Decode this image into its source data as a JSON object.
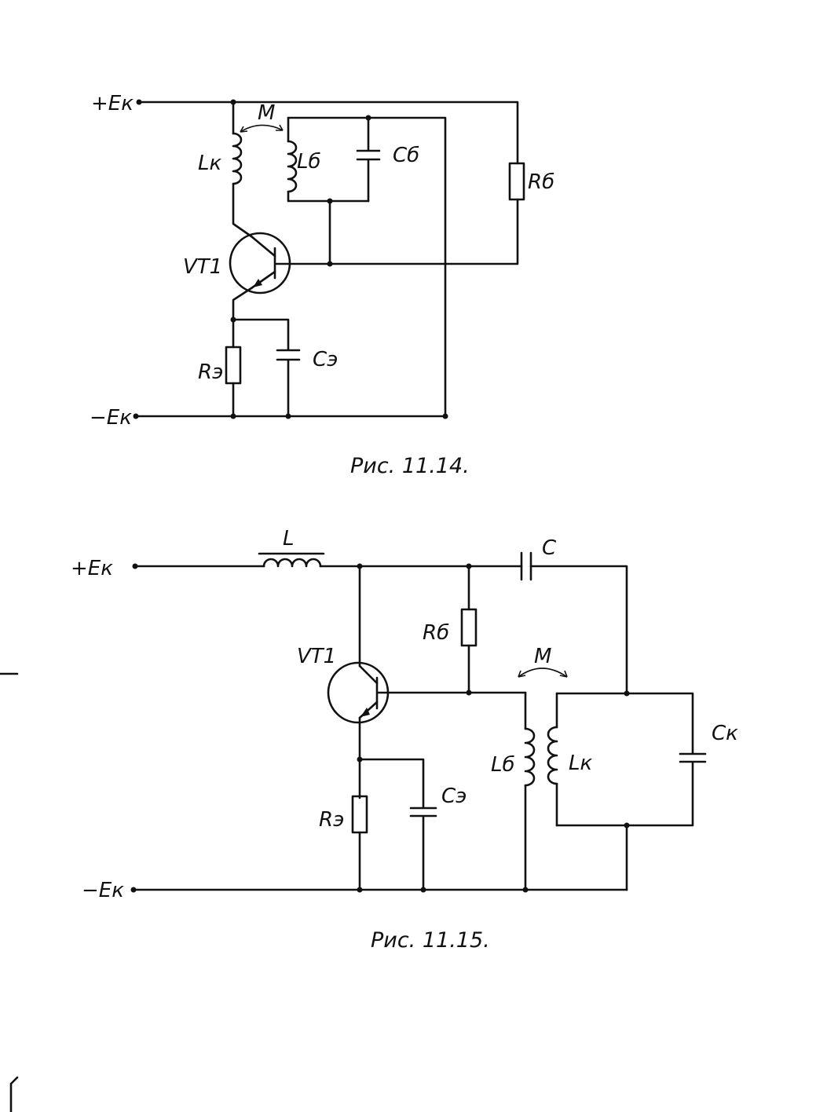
{
  "fig1": {
    "caption": "Рис. 11.14.",
    "labels": {
      "vplus": "+Eк",
      "vminus": "−Eк",
      "mutual": "M",
      "lk": "Lк",
      "lb": "Lб",
      "cb": "Cб",
      "rb": "Rб",
      "vt": "VT1",
      "re": "Rэ",
      "ce": "Cэ"
    }
  },
  "fig2": {
    "caption": "Рис. 11.15.",
    "labels": {
      "vplus": "+Eк",
      "vminus": "−Eк",
      "l": "L",
      "c": "C",
      "rb": "Rб",
      "mutual": "M",
      "vt": "VT1",
      "lb": "Lб",
      "lk": "Lк",
      "ck": "Cк",
      "re": "Rэ",
      "ce": "Cэ"
    }
  }
}
